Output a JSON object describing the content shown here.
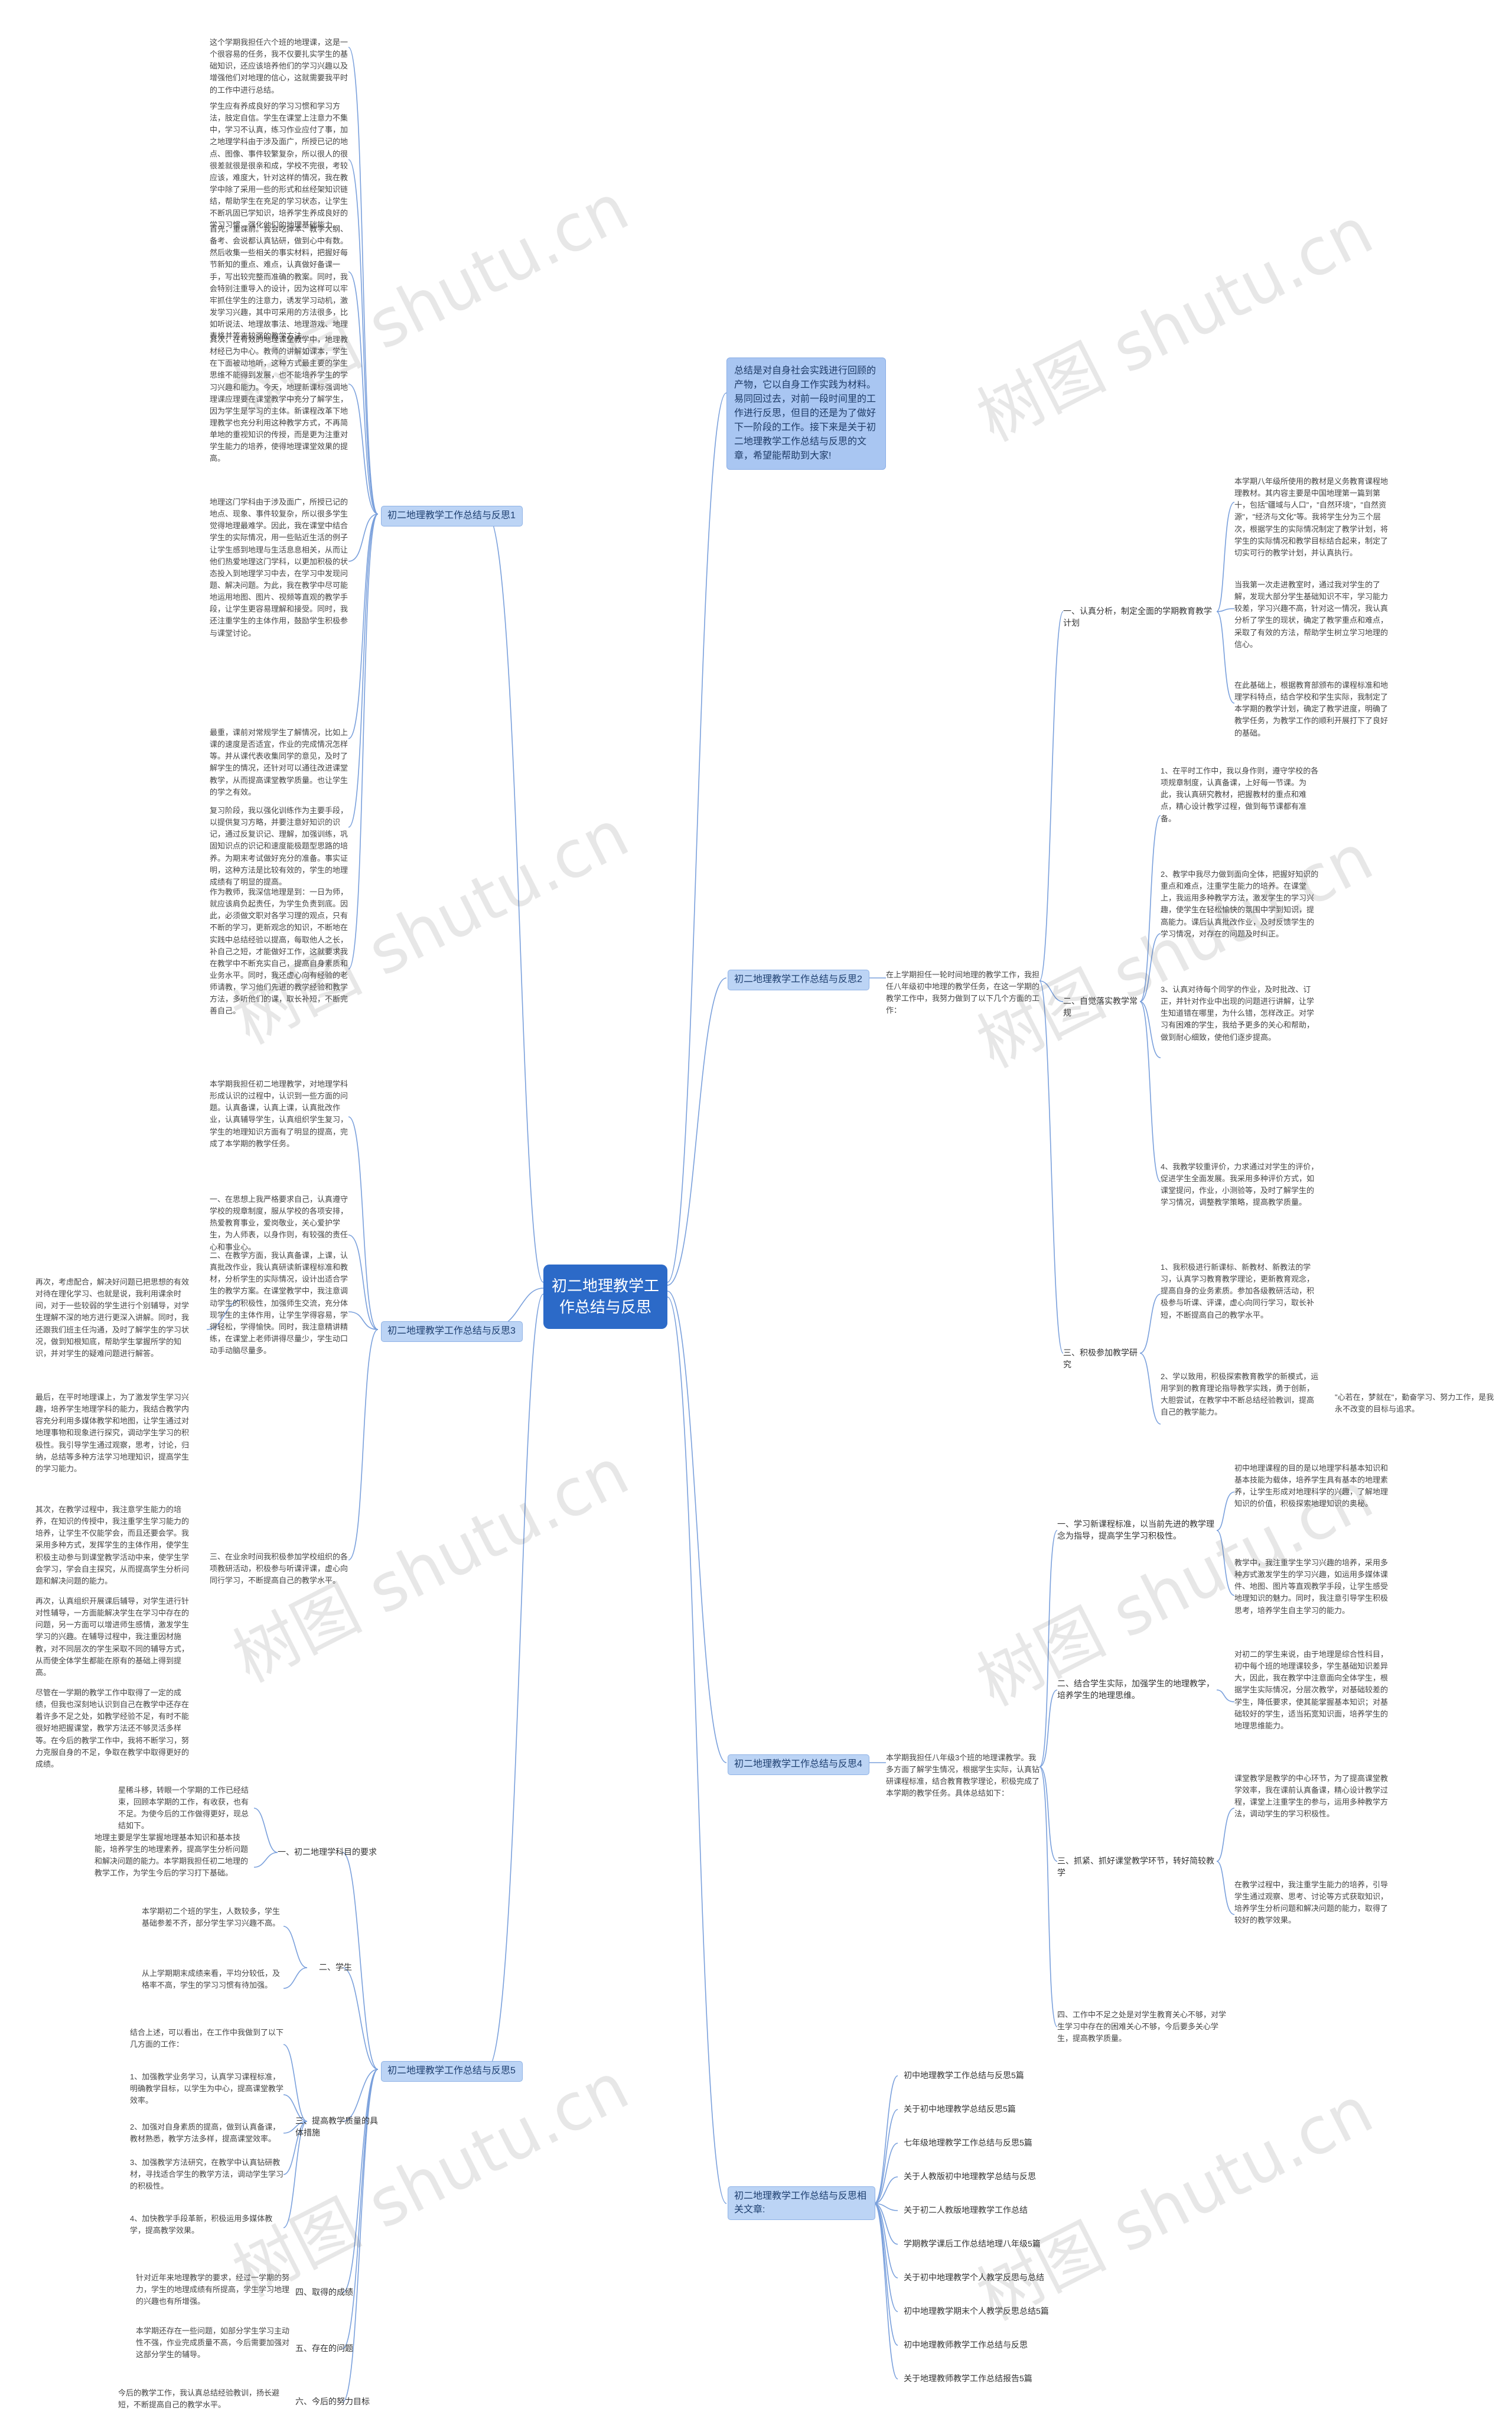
{
  "root": "初二地理教学工作总结与反思",
  "intro": "总结是对自身社会实践进行回顾的产物，它以自身工作实践为材料。易同回过去，对前一段时间里的工作进行反思，但目的还是为了做好下一阶段的工作。接下来是关于初二地理教学工作总结与反思的文章，希望能帮助到大家!",
  "watermark": "树图 shutu.cn",
  "branches": {
    "b1": "初二地理教学工作总结与反思1",
    "b2": "初二地理教学工作总结与反思2",
    "b3": "初二地理教学工作总结与反思3",
    "b4": "初二地理教学工作总结与反思4",
    "b5": "初二地理教学工作总结与反思5",
    "b6": "初二地理教学工作总结与反思相关文章:"
  },
  "b1_texts": [
    "这个学期我担任六个班的地理课，这是一个很容易的任务，我不仅要扎实学生的基础知识，还应该培养他们的学习兴趣以及增强他们对地理的信心，这就需要我平时的工作中进行总结。",
    "学生应有养成良好的学习习惯和学习方法，肢定自信。学生在课堂上注意力不集中，学习不认真，练习作业应付了事，加之地理学科由于涉及面广，所授已记的地点、图像、事件较繁复杂，所以很人的很很差就很是很亲和成，学校不完很，考较应该，难度大，针对这样的情况，我在教学中除了采用一些的形式和丝经架知识链结，帮助学生在充足的学习状态，让学生不断巩固已学知识，培养学生养成良好的学习习惯，强化他们的地理基础能力。",
    "首先，重课前。我会吃掉本、教学大纲、备考、会说都认真钻研，做到心中有数。然后收集一些相关的事实材料，把握好每节新知的重点、难点，认真做好备课一手，写出较完整而准确的教案。同时，我会特别注重导入的设计，因为这样可以牢牢抓住学生的注意力，诱发学习动机，激发学习兴趣，其中可采用的方法很多，比如听说法、地理故事法、地理游戏、地理表格并等来较强的教学方法。",
    "其次，在有效的地理课堂教学中，地理教材经已为中心。教师的讲解如课本，学生在下面被动地听，这种方式最主要的学生思维不能得到发展，也不能培养学生的学习兴趣和能力。今天，地理新课标强调地理课应理要在课堂教学中充分了解学生，因为学生是学习的主体。新课程改革下地理教学也充分利用这种教学方式，不再简单地的重视知识的传授，而是更为注重对学生能力的培养，使得地理课堂效果的提高。",
    "地理这门学科由于涉及面广，所授已记的地点、现象、事件较复杂，所以很多学生觉得地理最难学。因此，我在课堂中结合学生的实际情况，用一些贴近生活的例子让学生感到地理与生活息息相关，从而让他们热爱地理这门学科，以更加积极的状态投入到地理学习中去，在学习中发现问题、解决问题。为此，我在教学中尽可能地运用地图、图片、视频等直观的教学手段，让学生更容易理解和接受。同时，我还注重学生的主体作用，鼓励学生积极参与课堂讨论。",
    "最重，课前对常规学生了解情况，比如上课的速度是否适宜，作业的完成情况怎样等。并从课代表收集同学的意见，及时了解学生的情况，还针对可以通往改进课堂教学，从而提高课堂教学质量。也让学生的学之有效。",
    "复习阶段，我以强化训练作为主要手段，以提供复习方略，并要注意好知识的识记，通过反复识记、理解，加强训练，巩固知识点的识记和速度能极题型思路的培养。为期末考试做好充分的准备。事实证明，这种方法是比较有效的，学生的地理成绩有了明显的提高。",
    "作为教师，我深信地理是到：一日为师，就应该肩负起责任，为学生负责到底。因此，必须做文职对各学习理的观点，只有不断的学习，更新观念的知识，不断地在实践中总结经验以提高，每取他人之长，补自己之短，才能做好工作，这就要求我在教学中不断充实自己，提高自身素质和业务水平。同时，我还虚心向有经验的老师请教，学习他们先进的教学经验和教学方法，多听他们的课，取长补短，不断完善自己。",
    "本学期我担任初二地理教学，对地理学科形成认识的过程中，认识到一些方面的问题。认真备课，认真上课，认真批改作业，认真辅导学生，认真组织学生复习，学生的地理知识方面有了明显的提高，完成了本学期的教学任务。",
    "一、在思想上我严格要求自己，认真遵守学校的规章制度，服从学校的各项安排，热爱教育事业，爱岗敬业，关心爱护学生，为人师表，以身作则，有较强的责任心和事业心。",
    "二、在教学方面，我认真备课，上课，认真批改作业，我认真研读新课程标准和教材，分析学生的实际情况，设计出适合学生的教学方案。在课堂教学中，我注意调动学生的积极性，加强师生交流，充分体现学生的主体作用，让学生学得容易，学得轻松，学得愉快。同时，我注意精讲精练，在课堂上老师讲得尽量少，学生动口动手动脑尽量多。",
    "三、在业余时间我积极参加学校组织的各项教研活动，积极参与听课评课，虚心向同行学习，不断提高自己的教学水平。"
  ],
  "b3_left": [
    "再次，考虑配合，解决好问题已把思想的有效对待在理化学习、也就是说，我利用课余时间，对于一些较弱的学生进行个别辅导，对学生理解不深的地方进行更深入讲解。同时，我还跟我们班主任沟通，及时了解学生的学习状况，做到知根知底，帮助学生掌握所学的知识，并对学生的疑难问题进行解答。",
    "最后，在平时地理课上，为了激发学生学习兴趣，培养学生地理学科的能力，我结合教学内容充分利用多媒体教学和地图，让学生通过对地理事物和现象进行探究，调动学生学习的积极性。我引导学生通过观察，思考，讨论，归纳，总结等多种方法学习地理知识，提高学生的学习能力。",
    "其次，在教学过程中，我注意学生能力的培养，在知识的传授中，我注重学生学习能力的培养，让学生不仅能学会，而且还要会学。我采用多种方式，发挥学生的主体作用，使学生积极主动参与到课堂教学活动中来，使学生学会学习，学会自主探究，从而提高学生分析问题和解决问题的能力。",
    "再次，认真组织开展课后辅导，对学生进行针对性辅导，一方面能解决学生在学习中存在的问题，另一方面可以增进师生感情，激发学生学习的兴趣。在辅导过程中，我注重因材施教，对不同层次的学生采取不同的辅导方式，从而使全体学生都能在原有的基础上得到提高。",
    "尽管在一学期的教学工作中取得了一定的成绩，但我也深刻地认识到自己在教学中还存在着许多不足之处，如教学经验不足，有时不能很好地把握课堂，教学方法还不够灵活多样等。在今后的教学工作中，我将不断学习，努力克服自身的不足，争取在教学中取得更好的成绩。"
  ],
  "b2_right": {
    "intro": "在上学期担任一轮时间地理的教学工作，我担任八年级初中地理的教学任务，在这一学期的教学工作中，我努力做到了以下几个方面的工作：",
    "s1": "一、认真分析，制定全面的学期教育教学计划",
    "s1_texts": [
      "本学期八年级所使用的教材是义务教育课程地理教材。其内容主要是中国地理第一篇到第十，包括\"疆域与人口\"，\"自然环境\"，\"自然资源\"，\"经济与文化\"等。我将学生分为三个层次，根据学生的实际情况制定了教学计划，将学生的实际情况和教学目标结合起来，制定了切实可行的教学计划，并认真执行。",
      "当我第一次走进教室时，通过我对学生的了解，发现大部分学生基础知识不牢，学习能力较差，学习兴趣不高，针对这一情况，我认真分析了学生的现状，确定了教学重点和难点，采取了有效的方法，帮助学生树立学习地理的信心。",
      "在此基础上，根据教育部颁布的课程标准和地理学科特点，结合学校和学生实际，我制定了本学期的教学计划，确定了教学进度，明确了教学任务，为教学工作的顺利开展打下了良好的基础。"
    ],
    "s2": "二、自觉落实教学常规",
    "s2_texts": [
      "1、在平时工作中，我以身作则，遵守学校的各项规章制度，认真备课，上好每一节课。为此，我认真研究教材，把握教材的重点和难点，精心设计教学过程，做到每节课都有准备。",
      "2、教学中我尽力做到面向全体，把握好知识的重点和难点，注重学生能力的培养。在课堂上，我运用多种教学方法，激发学生的学习兴趣，使学生在轻松愉快的氛围中学到知识，提高能力。课后认真批改作业，及时反馈学生的学习情况，对存在的问题及时纠正。",
      "3、认真对待每个同学的作业，及时批改、订正，并针对作业中出现的问题进行讲解，让学生知道错在哪里，为什么错，怎样改正。对学习有困难的学生，我给予更多的关心和帮助，做到耐心细致，使他们逐步提高。",
      "4、我教学较重评价，力求通过对学生的评价，促进学生全面发展。我采用多种评价方式，如课堂提问，作业，小测验等，及时了解学生的学习情况，调整教学策略，提高教学质量。"
    ],
    "s3": "三、积极参加教学研究",
    "s3_texts": [
      "1、我积极进行新课标、新教材、新教法的学习，认真学习教育教学理论，更新教育观念，提高自身的业务素质。参加各级教研活动，积极参与听课、评课，虚心向同行学习，取长补短，不断提高自己的教学水平。",
      "2、学以致用，积极探索教育教学的新模式，运用学到的教育理论指导教学实践，勇于创新，大胆尝试，在教学中不断总结经验教训，提高自己的教学能力。"
    ],
    "s3_tag": "\"心若在，梦就在\"，勤奋学习、努力工作，是我永不改变的目标与追求。"
  },
  "b4_right": {
    "intro": "本学期我担任八年级3个班的地理课教学。我多方面了解学生情况，根据学生实际，认真钻研课程标准，结合教育教学理论，积极完成了本学期的教学任务。具体总结如下：",
    "s1": "一、学习新课程标准，以当前先进的教学理念为指导，提高学生学习积极性。",
    "s1_texts": [
      "初中地理课程的目的是以地理学科基本知识和基本技能为载体，培养学生具有基本的地理素养，让学生形成对地理科学的兴趣，了解地理知识的价值，积极探索地理知识的奥秘。",
      "教学中，我注重学生学习兴趣的培养，采用多种方式激发学生的学习兴趣，如运用多媒体课件、地图、图片等直观教学手段，让学生感受地理知识的魅力。同时，我注意引导学生积极思考，培养学生自主学习的能力。"
    ],
    "s2": "二、结合学生实际，加强学生的地理教学，培养学生的地理思维。",
    "s2_texts": [
      "对初二的学生来说，由于地理是综合性科目，初中每个班的地理课较多，学生基础知识差异大，因此，我在教学中注意面向全体学生，根据学生实际情况，分层次教学，对基础较差的学生，降低要求，使其能掌握基本知识；对基础较好的学生，适当拓宽知识面，培养学生的地理思维能力。"
    ],
    "s3": "三、抓紧、抓好课堂教学环节，转好简较教学",
    "s3_texts": [
      "课堂教学是教学的中心环节，为了提高课堂教学效率，我在课前认真备课，精心设计教学过程，课堂上注重学生的参与，运用多种教学方法，调动学生的学习积极性。",
      "在教学过程中，我注重学生能力的培养，引导学生通过观察、思考、讨论等方式获取知识，培养学生分析问题和解决问题的能力，取得了较好的教学效果。"
    ],
    "s4": "四、工作中不足之处是对学生教育关心不够，对学生学习中存在的困难关心不够，今后要多关心学生，提高教学质量。"
  },
  "b5_left": {
    "s1": "一、初二地理学科目的要求",
    "s1_texts": [
      "星稀斗移，转眼一个学期的工作已经结束，回顾本学期的工作，有收获，也有不足。为使今后的工作做得更好，现总结如下。",
      "地理主要是学生掌握地理基本知识和基本技能，培养学生的地理素养，提高学生分析问题和解决问题的能力。本学期我担任初二地理的教学工作，为学生今后的学习打下基础。"
    ],
    "s2": "二、学生",
    "s2_texts": [
      "本学期初二个班的学生，人数较多，学生基础参差不齐，部分学生学习兴趣不高。",
      "从上学期期末成绩来看，平均分较低，及格率不高，学生的学习习惯有待加强。"
    ],
    "s3": "三、提高教学质量的具体措施",
    "s3_intro": "结合上述，可以看出，在工作中我做到了以下几方面的工作：",
    "s3_texts": [
      "1、加强教学业务学习，认真学习课程标准，明确教学目标，以学生为中心，提高课堂教学效率。",
      "2、加强对自身素质的提高，做到认真备课，教材熟悉，教学方法多样，提高课堂效率。",
      "3、加强教学方法研究，在教学中认真钻研教材，寻找适合学生的教学方法，调动学生学习的积极性。",
      "4、加快教学手段革新，积极运用多媒体教学，提高教学效果。"
    ],
    "s4": "四、取得的成绩",
    "s4_text": "针对近年来地理教学的要求，经过一学期的努力，学生的地理成绩有所提高，学生学习地理的兴趣也有所增强。",
    "s5": "五、存在的问题",
    "s5_text": "本学期还存在一些问题，如部分学生学习主动性不强，作业完成质量不高，今后需要加强对这部分学生的辅导。",
    "s6": "六、今后的努力目标",
    "s6_text": "今后的教学工作，我认真总结经验教训，扬长避短，不断提高自己的教学水平。"
  },
  "b6_links": [
    "初中地理教学工作总结与反思5篇",
    "关于初中地理教学总结反思5篇",
    "七年级地理教学工作总结与反思5篇",
    "关于人教版初中地理教学总结与反思",
    "关于初二人教版地理教学工作总结",
    "学期教学课后工作总结地理八年级5篇",
    "关于初中地理教学个人教学反思与总结",
    "初中地理教学期末个人教学反思总结5篇",
    "初中地理教师教学工作总结与反思",
    "关于地理教师教学工作总结报告5篇"
  ]
}
